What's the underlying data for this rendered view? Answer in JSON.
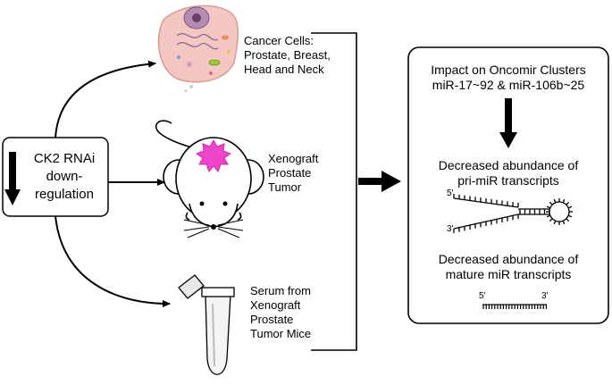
{
  "left_box": {
    "lines": [
      "CK2 RNAi",
      "down-",
      "regulation"
    ]
  },
  "targets": {
    "cancer_cells": "Cancer Cells:\nProstate, Breast,\nHead and Neck",
    "xenograft": "Xenograft\nProstate\nTumor",
    "serum": "Serum from\nXenograft\nProstate\nTumor Mice"
  },
  "result_box": {
    "title": "Impact on Oncomir Clusters\nmiR-17~92 & miR-106b~25",
    "pri": "Decreased abundance of\npri-miR transcripts",
    "mature": "Decreased abundance of\nmature miR transcripts",
    "prime5": "5'",
    "prime3": "3'"
  },
  "colors": {
    "cell_fill": "#f4c7c3",
    "nucleus": "#b48bb3",
    "tumor": "#ee44cc",
    "black": "#000000"
  },
  "icons": [
    "cancer-cell-icon",
    "mouse-icon",
    "tube-icon",
    "hairpin-rna-icon",
    "mature-rna-icon"
  ]
}
